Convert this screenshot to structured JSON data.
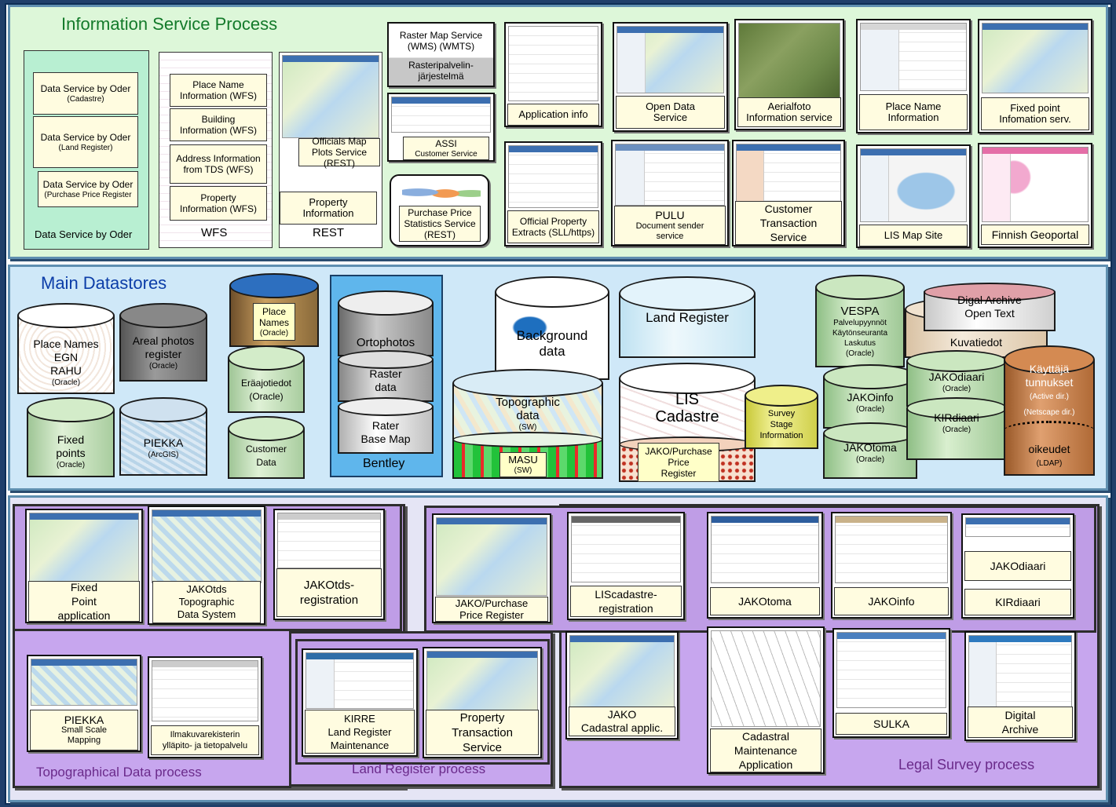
{
  "info": {
    "title": "Information Service Process",
    "data_service_group": {
      "items": [
        {
          "main": "Data Service by Oder",
          "sub": "(Cadastre)"
        },
        {
          "main": "Data Service by Oder",
          "sub": "(Land Register)"
        },
        {
          "main": "Data Service by Oder",
          "sub": "(Purchase Price Register"
        }
      ],
      "footer": "Data Service by Oder"
    },
    "wfs_group": {
      "items": [
        "Place Name\nInformation (WFS)",
        "Building\nInformation (WFS)",
        "Address Information\nfrom TDS (WFS)",
        "Property\nInformation (WFS)"
      ],
      "footer": "WFS"
    },
    "rest_group": {
      "officials": "Officials Map\nPlots Service (REST)",
      "property": "Property\nInformation",
      "footer": "REST"
    },
    "raster": {
      "label": "Raster Map Service\n(WMS) (WMTS)",
      "sub": "Rasteripalvelin-\njärjestelmä"
    },
    "assi": {
      "label": "ASSI",
      "sub": "Customer Service"
    },
    "purchase_price_stats": "Purchase Price\nStatistics Service\n(REST)",
    "services": [
      "Application info",
      "Open Data\nService",
      "Aerialfoto\nInformation service",
      "Place Name\nInformation",
      "Fixed point\nInfomation serv.",
      "Official Property\nExtracts (SLL/https)",
      "Customer\nTransaction\nService",
      "LIS Map Site",
      "Finnish Geoportal"
    ],
    "pulu": {
      "label": "PULU",
      "sub": "Document sender\nservice"
    }
  },
  "stores": {
    "title": "Main Datastores",
    "items": [
      {
        "main": "Place Names\nEGN\nRAHU",
        "sub": "(Oracle)"
      },
      {
        "main": "Areal photos\nregister",
        "sub": "(Oracle)"
      },
      {
        "main": "Place\nNames",
        "sub": "(Oracle)"
      },
      {
        "main": "Eräajotiedot\n(Oracle)",
        "sub": ""
      },
      {
        "main": "Customer\nData",
        "sub": ""
      },
      {
        "main": "Fixed\npoints",
        "sub": "(Oracle)"
      },
      {
        "main": "PIEKKA",
        "sub": "(ArcGIS)"
      },
      {
        "main": "Background\ndata",
        "sub": ""
      },
      {
        "main": "Topographic\ndata",
        "sub": "(SW)"
      },
      {
        "main": "MASU",
        "sub": "(SW)"
      },
      {
        "main": "Land Register",
        "sub": ""
      },
      {
        "main": "LIS\nCadastre",
        "sub": ""
      },
      {
        "main": "JAKO/Purchase\nPrice\nRegister",
        "sub": ""
      },
      {
        "main": "Survey\nStage\nInformation",
        "sub": ""
      },
      {
        "main": "VESPA",
        "sub": "Palvelupyynnöt\nKäytönseuranta\nLaskutus\n(Oracle)"
      },
      {
        "main": "Digal Archive\nOpen Text",
        "sub": ""
      },
      {
        "main": "Kuvatiedot",
        "sub": ""
      },
      {
        "main": "JAKOinfo",
        "sub": "(Oracle)"
      },
      {
        "main": "JAKOdiaari",
        "sub": "(Oracle)"
      },
      {
        "main": "KIRdiaari",
        "sub": "(Oracle)"
      },
      {
        "main": "JAKOtoma",
        "sub": "(Oracle)"
      },
      {
        "main": "Käyttäjä\ntunnukset",
        "sub": "(Active dir.)\n(Netscape dir.)"
      },
      {
        "main": "oikeudet",
        "sub": "(LDAP)"
      }
    ],
    "bentley": {
      "label": "Bentley",
      "items": [
        "Ortophotos",
        "Raster\ndata",
        "Rater\nBase Map"
      ]
    }
  },
  "processes": {
    "topo": {
      "title": "Topographical Data process",
      "apps": [
        {
          "main": "Fixed\nPoint\napplication",
          "sub": ""
        },
        {
          "main": "JAKOtds\nTopographic\nData System",
          "sub": ""
        },
        {
          "main": "JAKOtds-\nregistration",
          "sub": ""
        },
        {
          "main": "PIEKKA",
          "sub": "Small Scale\nMapping"
        },
        {
          "main": "Ilmakuvarekisterin\nylläpito- ja tietopalvelu",
          "sub": ""
        }
      ]
    },
    "land": {
      "title": "Land Register process",
      "apps": [
        {
          "main": "KIRRE\nLand Register\nMaintenance",
          "sub": ""
        },
        {
          "main": "Property\nTransaction\nService",
          "sub": ""
        }
      ]
    },
    "legal": {
      "title": "Legal Survey process",
      "apps": [
        "JAKO/Purchase\nPrice Register",
        "LIScadastre-\nregistration",
        "JAKOtoma",
        "JAKOinfo",
        "JAKOdiaari",
        "KIRdiaari",
        "JAKO\nCadastral applic.",
        "Cadastral\nMaintenance\nApplication",
        "SULKA",
        "Digital\nArchive"
      ]
    }
  }
}
